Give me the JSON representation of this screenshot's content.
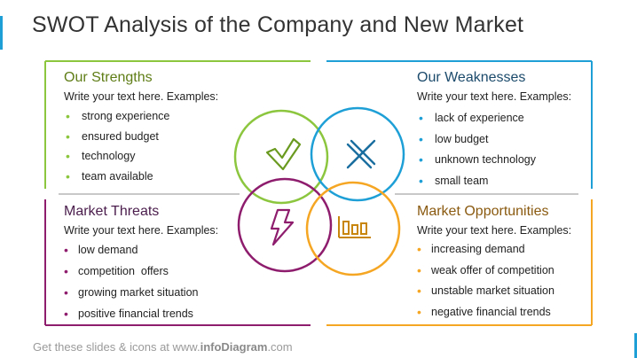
{
  "title": "SWOT Analysis of the Company and New Market",
  "colors": {
    "strengths": "#8cc63f",
    "weaknesses": "#1ea0d6",
    "threats": "#8e1d6e",
    "opportunities": "#f5a623"
  },
  "icons": {
    "strengths": "checkmark-icon",
    "weaknesses": "x-cross-icon",
    "threats": "lightning-icon",
    "opportunities": "bar-chart-icon"
  },
  "strengths": {
    "heading": "Our Strengths",
    "intro": "Write your text here. Examples:",
    "items": [
      "strong experience",
      "ensured budget",
      "technology",
      "team available"
    ]
  },
  "weaknesses": {
    "heading": "Our Weaknesses",
    "intro": "Write your text here. Examples:",
    "items": [
      "lack of experience",
      "low budget",
      "unknown technology",
      "small team"
    ]
  },
  "threats": {
    "heading": "Market Threats",
    "intro": "Write your text here. Examples:",
    "items": [
      "low demand",
      "competition  offers",
      "growing market situation",
      "positive financial trends"
    ]
  },
  "opportunities": {
    "heading": "Market Opportunities",
    "intro": "Write your text here. Examples:",
    "items": [
      "increasing demand",
      "weak offer of competition",
      "unstable market situation",
      "negative financial trends"
    ]
  },
  "footer": {
    "prefix": "Get these slides & icons at www.",
    "brand": "infoDiagram",
    "suffix": ".com"
  }
}
